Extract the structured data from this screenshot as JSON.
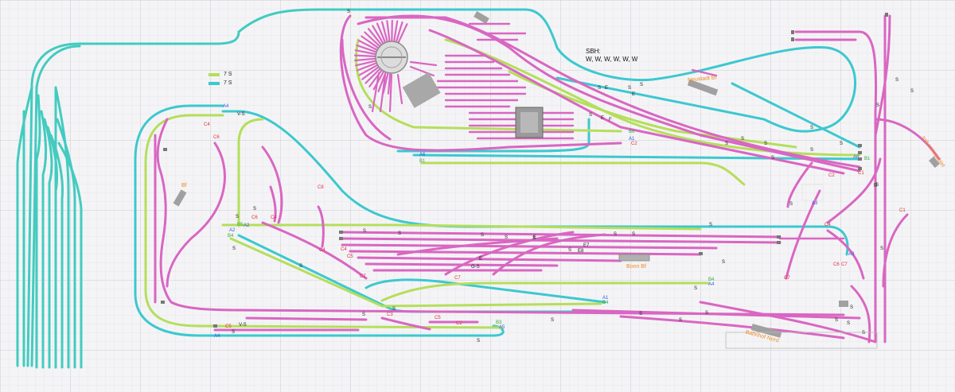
{
  "colors": {
    "background": "#f4f4f6",
    "grid": "#d2d2d8",
    "track_pink": "#d966c2",
    "track_cyan": "#3cc8cf",
    "track_green": "#b5de5b",
    "track_teal": "#43cbc0",
    "station": "#9a9a9a",
    "label_blue": "#2e5be0",
    "label_red": "#e0303a",
    "label_orange": "#ef8a1f"
  },
  "legend": [
    {
      "label": "7 S",
      "color": "#b5de5b"
    },
    {
      "label": "7 S",
      "color": "#3cc8cf"
    }
  ],
  "sbh_note": {
    "title": "SBH:",
    "text": "W, W, W, W, W, W"
  },
  "station_names": {
    "neustadt": "Neustadt Bf",
    "bonn": "Bonn Bf",
    "bf_left": "Bf",
    "industrie": "Industriegebiet",
    "bahnhof_nord": "Bahnhof Nord"
  },
  "markers": {
    "s": "S",
    "e": "E",
    "f": "F",
    "e8": "E8",
    "e7": "E7",
    "gs": "G-S",
    "vs1": "V-S",
    "vs2": "V-S",
    "a1": "A1",
    "a2": "A2",
    "a3": "A3",
    "a4": "A4",
    "a5": "A5",
    "a6": "A6",
    "b1": "B1",
    "b3": "B3",
    "b4": "B4",
    "b5": "B5",
    "b6": "B6",
    "c1": "C1",
    "c2": "C2",
    "c3": "C3",
    "c4": "C4",
    "c5": "C5",
    "c6": "C6",
    "c7": "C7",
    "c8": "C8"
  }
}
